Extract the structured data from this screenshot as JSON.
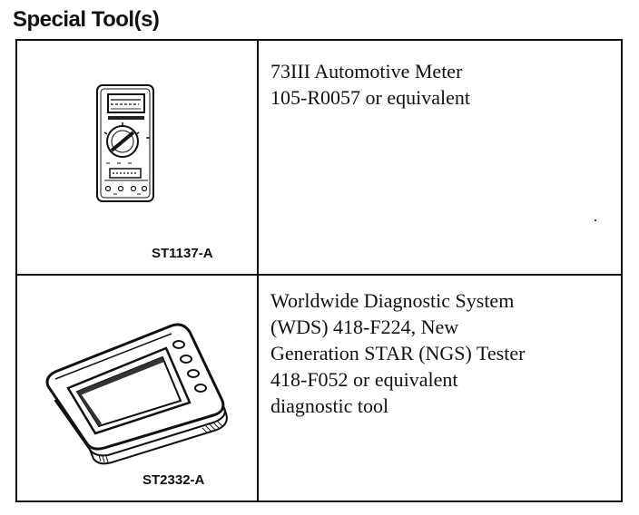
{
  "heading": "Special Tool(s)",
  "tools": [
    {
      "ref_code": "ST1137-A",
      "illustration": "multimeter-illustration",
      "description_lines": [
        "73III Automotive Meter",
        "105-R0057 or equivalent"
      ]
    },
    {
      "ref_code": "ST2332-A",
      "illustration": "diagnostic-tester-illustration",
      "description_lines": [
        "Worldwide Diagnostic System",
        "(WDS) 418-F224, New",
        "Generation STAR (NGS) Tester",
        "418-F052 or equivalent",
        "diagnostic tool"
      ]
    }
  ]
}
